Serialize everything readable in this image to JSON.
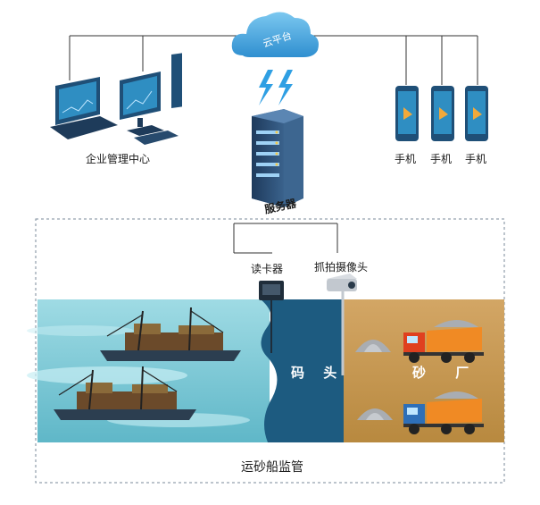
{
  "cloud": {
    "label": "云平台"
  },
  "server": {
    "label": "服务器"
  },
  "enterprise": {
    "label": "企业管理中心"
  },
  "phones": [
    {
      "label": "手机"
    },
    {
      "label": "手机"
    },
    {
      "label": "手机"
    }
  ],
  "reader": {
    "label": "读卡器"
  },
  "camera": {
    "label": "抓拍摄像头"
  },
  "dock": {
    "label": "码 头"
  },
  "sand_plant": {
    "label": "砂 厂"
  },
  "system": {
    "label": "运砂船监管"
  },
  "colors": {
    "water": "#8fd3dd",
    "dock": "#1d5b80",
    "sand": "#c99a55",
    "cloud": "#4aaee0",
    "lightning": "#2f9fe3",
    "server": "#2a4a6e",
    "device": "#20527a",
    "border_dash": "#7a8a99"
  }
}
